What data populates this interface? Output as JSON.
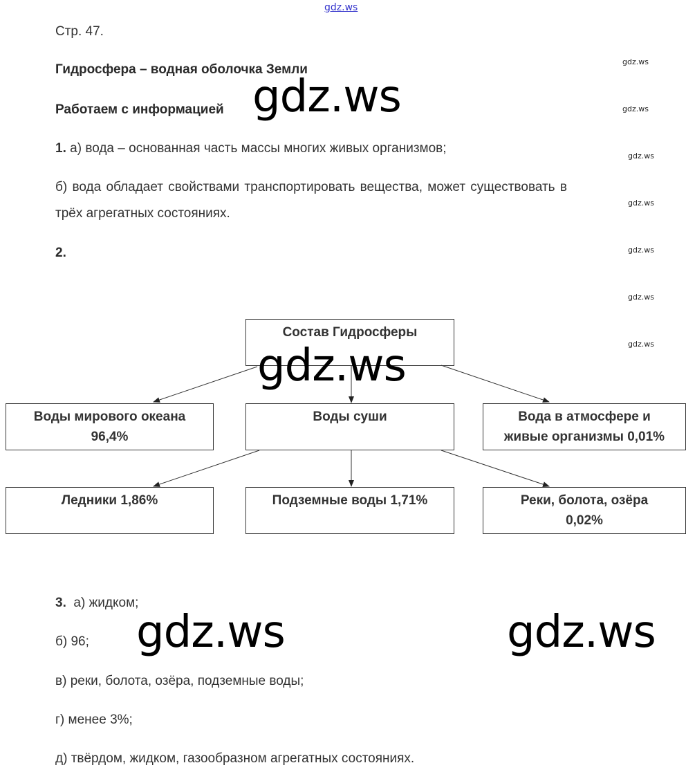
{
  "watermark_top": "gdz.ws",
  "watermark": "gdz.ws",
  "page_ref": "Стр. 47.",
  "title": "Гидросфера – водная оболочка Земли",
  "subtitle": "Работаем с информацией",
  "q1": {
    "num": "1.",
    "a": "а) вода – основанная часть массы многих живых организмов;",
    "b_line1": "б) вода обладает свойствами транспортировать вещества, может существовать в",
    "b_line2": "трёх агрегатных состояниях."
  },
  "q2": {
    "num": "2."
  },
  "diagram": {
    "root": "Состав Гидросферы",
    "ocean": {
      "line1": "Воды мирового океана",
      "line2": "96,4%"
    },
    "land": "Воды суши",
    "atmo": {
      "line1": "Вода в атмосфере и",
      "line2": "живые организмы 0,01%"
    },
    "glaciers": "Ледники 1,86%",
    "ground": "Подземные воды 1,71%",
    "rivers": {
      "line1": "Реки, болота, озёра",
      "line2": "0,02%"
    }
  },
  "q3": {
    "num": "3.",
    "a": "а) жидком;",
    "b": "б) 96;",
    "v": "в) реки, болота, озёра, подземные воды;",
    "g": "г) менее 3%;",
    "d": "д) твёрдом, жидком, газообразном агрегатных состояниях."
  }
}
